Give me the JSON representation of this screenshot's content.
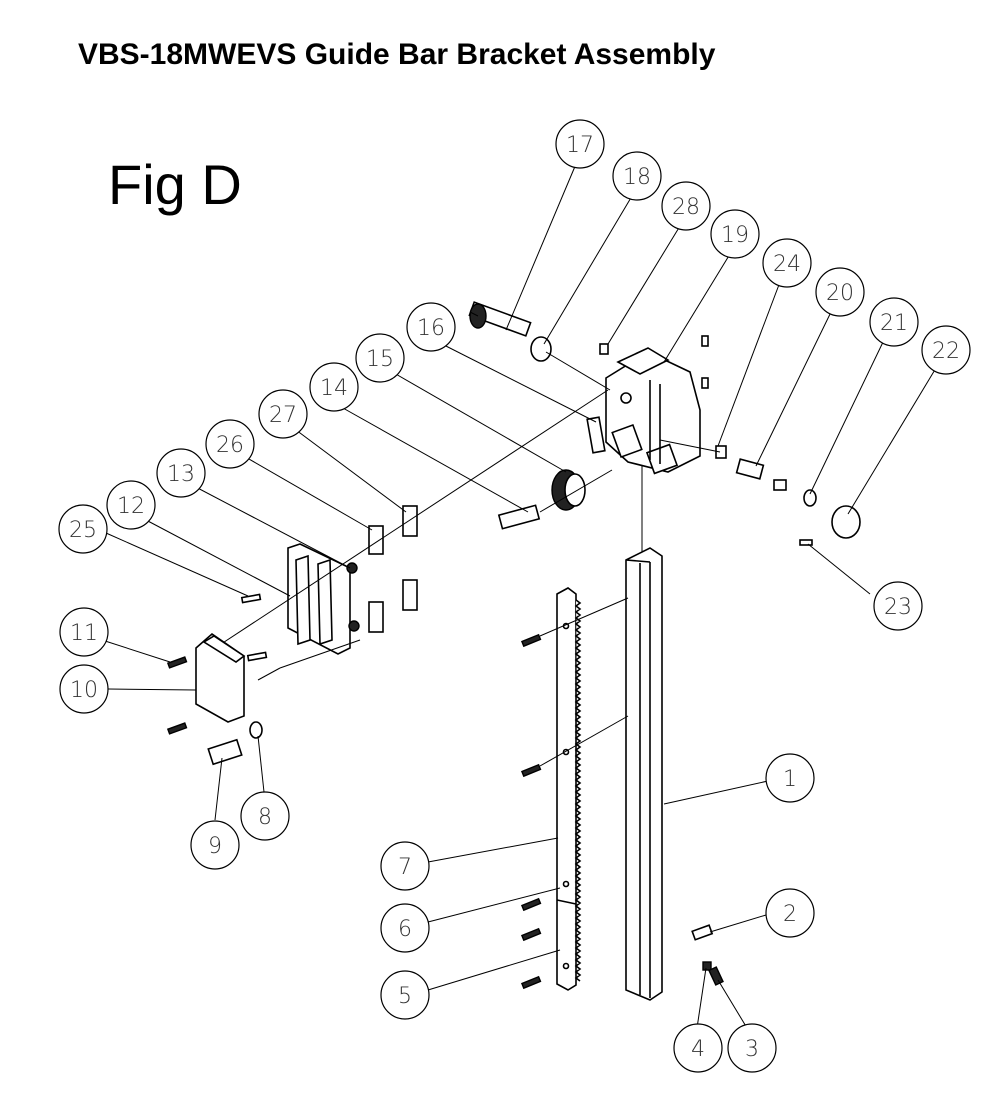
{
  "title": "VBS-18MWEVS Guide Bar Bracket Assembly",
  "figure_label": "Fig D",
  "callouts": [
    "1",
    "2",
    "3",
    "4",
    "5",
    "6",
    "7",
    "8",
    "9",
    "10",
    "11",
    "12",
    "13",
    "14",
    "15",
    "16",
    "17",
    "18",
    "19",
    "20",
    "21",
    "22",
    "23",
    "24",
    "25",
    "26",
    "27",
    "28"
  ]
}
